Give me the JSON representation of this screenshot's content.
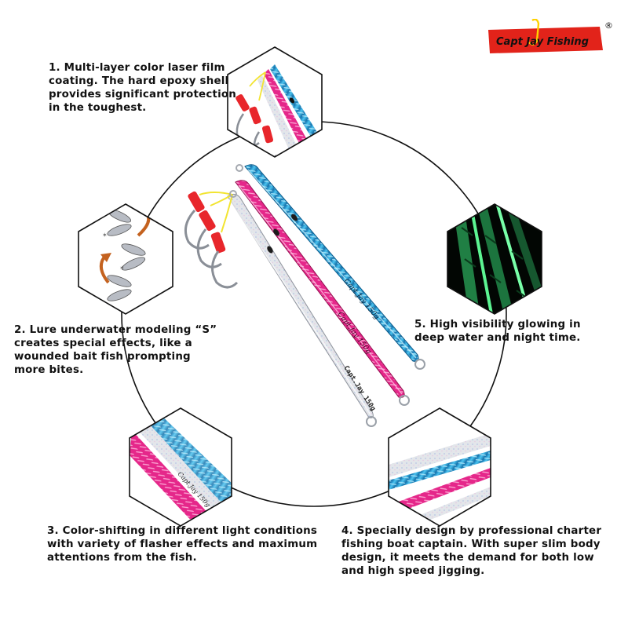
{
  "brand": {
    "logo_text": "Capt Jay Fishing",
    "registered_mark": "®",
    "colors": {
      "primary": "#e2231a",
      "accent": "#ffd200",
      "text": "#111111"
    }
  },
  "jig_labels": [
    "Capt.Jay 150g",
    "Capt.Jay 150g",
    "Capt.Jay 150g"
  ],
  "features": [
    {
      "lines": [
        "1. Multi-layer color laser film",
        "coating. The hard epoxy shell",
        "provides significant protection",
        "in the toughest."
      ]
    },
    {
      "lines": [
        "2. Lure underwater modeling “S”",
        "creates special effects, like a",
        "wounded bait fish prompting",
        "more bites."
      ]
    },
    {
      "lines": [
        "3. Color-shifting in different light conditions",
        "with variety of flasher effects and maximum",
        "attentions from the fish."
      ]
    },
    {
      "lines": [
        "4. Specially design by professional charter",
        "fishing boat captain. With super slim body",
        "design, it meets the demand for both low",
        "and high speed jigging."
      ]
    },
    {
      "lines": [
        "5. High visibility glowing in",
        "deep water and night time."
      ]
    }
  ],
  "jig_colors": {
    "blue": "#2aa7d8",
    "pink": "#e5278a",
    "silver": "#d9dde3",
    "glow": "#58f08a",
    "hook_leader": "#f2e431",
    "assist_tube": "#e8262b"
  }
}
